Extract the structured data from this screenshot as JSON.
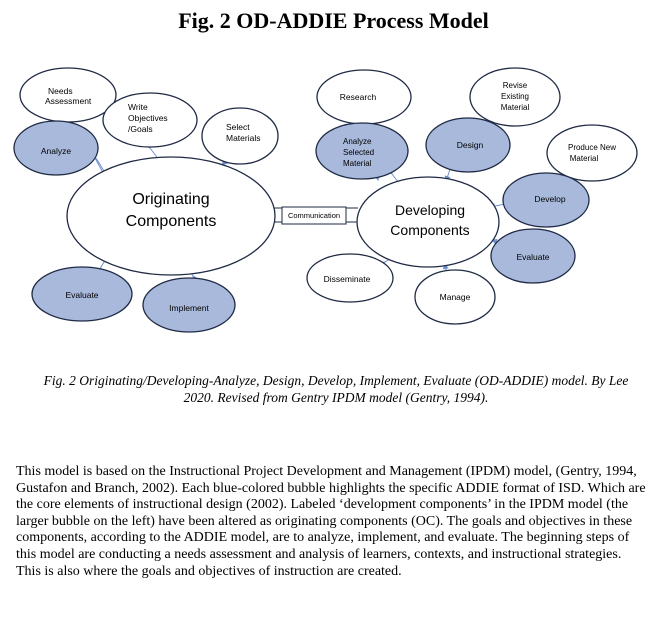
{
  "title": "Fig. 2 OD-ADDIE Process Model",
  "colors": {
    "blue_fill": "#a8b9dc",
    "white_fill": "#ffffff",
    "stroke": "#1f2a44",
    "arrow": "#6f8fd1"
  },
  "diagram": {
    "needs_assessment": [
      "Needs",
      "Assessment"
    ],
    "write_objectives": [
      "Write",
      "Objectives",
      "/Goals"
    ],
    "select_materials": [
      "Select",
      "Materials"
    ],
    "analyze": "Analyze",
    "originating": [
      "Originating",
      "Components"
    ],
    "evaluate_left": "Evaluate",
    "implement": "Implement",
    "communication": "Communication",
    "research": "Research",
    "revise": [
      "Revise",
      "Existing",
      "Material"
    ],
    "analyze_selected": [
      "Analyze",
      "Selected",
      "Material"
    ],
    "design": "Design",
    "produce": [
      "Produce New",
      "Material"
    ],
    "developing": [
      "Developing",
      "Components"
    ],
    "develop": "Develop",
    "evaluate_right": "Evaluate",
    "disseminate": "Disseminate",
    "manage": "Manage"
  },
  "caption": "Fig. 2 Originating/Developing-Analyze,  Design, Develop, Implement, Evaluate (OD-ADDIE) model. By Lee 2020. Revised from Gentry IPDM model (Gentry, 1994).",
  "body_text": "This model is based on the Instructional Project Development and Management (IPDM) model, (Gentry, 1994, Gustafon and Branch, 2002). Each blue-colored bubble highlights the specific ADDIE format of ISD. Which are the core elements of instructional design (2002). Labeled ‘development components’ in the IPDM model (the larger bubble on the left) have been altered as originating  components (OC). The goals and objectives in these components, according to the ADDIE model, are to analyze, implement, and evaluate. The beginning steps of this model are conducting a needs assessment and analysis of learners, contexts, and instructional strategies. This is also where the goals and objectives of instruction are created."
}
